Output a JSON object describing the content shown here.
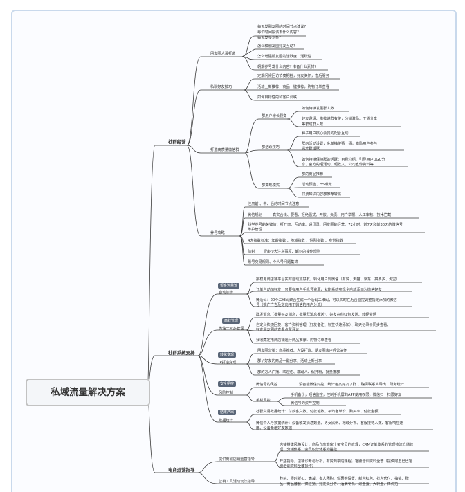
{
  "root": "私域流量解决方案",
  "sections": {
    "community": {
      "title": "社群经营",
      "a": {
        "title": "朋友圈人设打造",
        "q1": "每天发朋友圈的时间节点建议?",
        "q2": "每个时间段该发什么内容?",
        "q3": "每天发多少条?",
        "i2": "怎么和朋友圈好友互动?",
        "i3": "怎么增强朋友圈的活跃度、活跃性",
        "i4": "朝期养号发什么内容? 准备什么素材?"
      },
      "b": {
        "title": "私聊好友技巧",
        "i1": "定期问候回访节奏把控，好友关怀，售后服务",
        "i2": "活动上新推荐，商品一键推荐，购物订单查看",
        "i3": "如何目标性的和客户调联"
      },
      "c": {
        "title": "打造高质量微信群",
        "g1": "群用户增长裂变",
        "g1a": "如何待续发展群人数",
        "g1b1": "好友邀请、推荐进群有奖，分销激励、干货分享",
        "g1b2": "等群成群人数",
        "g2": "群活跃技巧",
        "g2a": "种子用户核心会员的配合互动",
        "g2b1": "群内活动设置，免单抽奖猜一猜，激励用户参与",
        "g2b2": "提升群活跃",
        "g2c1": "如何持续保持群的活跃：自我介绍、引导用户UGC分",
        "g2c2": "享、官方的晒活动、晒收入、公司宣传资料等",
        "g3": "群变现模式",
        "g3a": "群的商品推荐",
        "g3b": "活动预告、H5曝光",
        "g3c": "付费知识内容群推荐转化"
      },
      "d": {
        "title": "养号攻略",
        "i1": "注册前 、中、后的时间节点注意",
        "i2": "微信规划",
        "i2b": "真实合法、要看、拒绝骚扰、开放、负责、用户举报、人工审核、技术拦截",
        "i3a": "科学养号的关键值：打开率、互动率、通讯录、朋友圈的经营、72小时、前7天和前30天的微信号",
        "i3b": "维护管理",
        "i4": "4大指数标准：年龄指数 、地域指数 、性别指数 、身份指数",
        "i5": "防封",
        "i5b": "防封9大注意事项、解封的操作规则",
        "i6": "账号交易规则、个人号问题集锦"
      }
    },
    "system": {
      "title": "社群系统支持",
      "a": {
        "title": "自动加粉",
        "pill": "留客流量池",
        "i1": "授权电商店铺平台实时自动加好友，转化用户到微信（有赞、天猫、京东、拼多多、淘宝）",
        "i2": "订单自动加好友：只要有用户手机号资源，就能系统实现全自动添加为微信好友",
        "i3a": "微活码：20个二维码聚合生成一个活码二维码，可以实时在后台监控调整指定添加的微信",
        "i3b": "号（推广广告及定向用于微信的用户分流）"
      },
      "b": {
        "title": "微信一对多管理",
        "pill": "高效管理",
        "i1": "群发消息（批量好友消息，批量群消息推送）、好友在线红包发送、转经会话",
        "i2a": "自定义快捷回复、客户资料管理（好友备注、标签快速添加）、聊天记录云同步查看、",
        "i2b": "好友朋友圈的查看点赞评论",
        "i3": "我收藏定电商店铺运行商品推荐，购物订单查看"
      },
      "c": {
        "title": "IP打造变现",
        "pill": "转化变现",
        "i1": "朋友圈营销：商品推荐、人设打造、朋友圈客户经营关怀",
        "i2": "群 / 好友的商品一键分享，活动上新分享",
        "i3": "群的万人广播、欢迎语、群踢人、假死粉，批量撤群"
      },
      "d": {
        "title": "风险控制",
        "pill": "安全把控",
        "i1": "微信号的风控",
        "i1b": "设备能微信封控，统计备案好友 / 群 、确保联系人导出、财务统计",
        "i2": "手机风控",
        "i2a": "手机备份，短信监控，控制手机屏的APP使用权限，微信扫一扫限好友",
        "i2b": "微信号的资产控制"
      },
      "e": {
        "title": "数据统计",
        "pill": "结果产出",
        "i1": "社群交易数据统计：付款客户数、付款笔数、平均客单价、购买率、付款金额",
        "i2a": "微信个人号数据统计：设备收发消息数量、男女比例、地域分布、客服接待人数、客服响应速",
        "i2b": "度、设备新增好友数据"
      }
    },
    "ecommerce": {
      "title": "电商运营指导",
      "a": {
        "title": "提供商城店铺运营指导",
        "i1a": "店铺搭建风格设计，商品仓库商家上架宝贝的管理，CRM订单体系的管理物流仓储管",
        "i1b": "理，分销体系，会员积分体系的搭建",
        "i2a": "开店指导，店铺诊断与分析，有赞商学院课程，客服培训资料全套（提供阿里巴巴客",
        "i2b": "服培训资料全套操作）"
      },
      "b": {
        "title": "营销工具活动玩法指导",
        "i1a": "秒杀、限时折扣、满减、多人团购、优惠券设置、新人红包、找人代付、抽奖、赠",
        "i1b": "品、商品套餐、疯狂猜、好友瓜分券、酒满专礼、砍金蛋、大转盘、降价拍"
      }
    }
  }
}
